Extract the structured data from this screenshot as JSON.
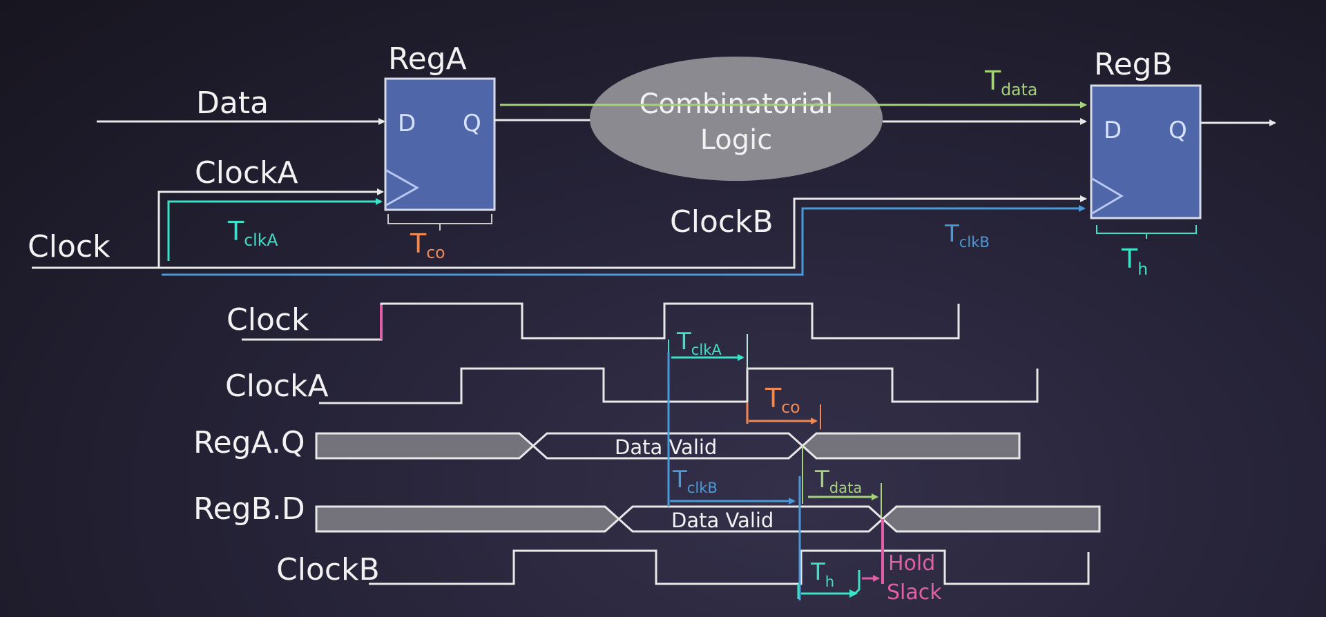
{
  "colors": {
    "wire": "#e8e8e8",
    "register_fill": "#4f66a8",
    "register_border": "#d8dcea",
    "logic_fill": "#8a8a90",
    "tclkA": "#3fe0c8",
    "tclkB": "#4a9ad8",
    "tco": "#f08a55",
    "tdata": "#a6d27a",
    "th": "#3fe0c8",
    "hold_slack": "#e060a8",
    "bus_invalid_fill": "#74737c"
  },
  "schematic": {
    "regA": {
      "title": "RegA",
      "d_pin": "D",
      "q_pin": "Q"
    },
    "regB": {
      "title": "RegB",
      "d_pin": "D",
      "q_pin": "Q"
    },
    "logic": {
      "line1": "Combinatorial",
      "line2": "Logic"
    },
    "signals": {
      "data": "Data",
      "clockA": "ClockA",
      "clockB": "ClockB",
      "clock": "Clock"
    },
    "annotations": {
      "tclkA": {
        "main": "T",
        "sub": "clkA"
      },
      "tco": {
        "main": "T",
        "sub": "co"
      },
      "tdata": {
        "main": "T",
        "sub": "data"
      },
      "tclkB": {
        "main": "T",
        "sub": "clkB"
      },
      "th": {
        "main": "T",
        "sub": "h"
      }
    }
  },
  "timing": {
    "rows": [
      {
        "name": "Clock"
      },
      {
        "name": "ClockA"
      },
      {
        "name": "RegA.Q",
        "valid_label": "Data Valid"
      },
      {
        "name": "RegB.D",
        "valid_label": "Data Valid"
      },
      {
        "name": "ClockB"
      }
    ],
    "annotations": {
      "tclkA": {
        "main": "T",
        "sub": "clkA"
      },
      "tco": {
        "main": "T",
        "sub": "co"
      },
      "tclkB": {
        "main": "T",
        "sub": "clkB"
      },
      "tdata": {
        "main": "T",
        "sub": "data"
      },
      "th": {
        "main": "T",
        "sub": "h"
      },
      "hold_slack": {
        "line1": "Hold",
        "line2": "Slack"
      }
    }
  }
}
